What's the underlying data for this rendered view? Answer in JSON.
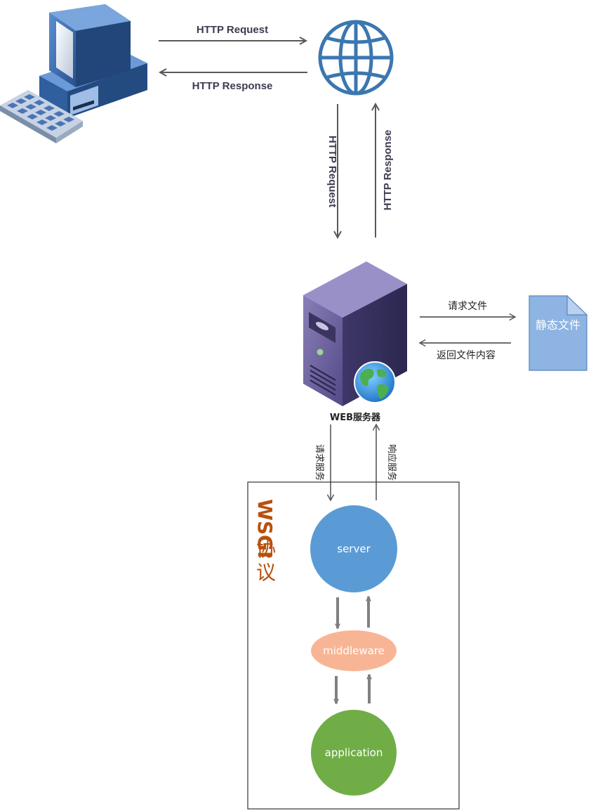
{
  "top_flow": {
    "request_label": "HTTP Request",
    "response_label": "HTTP Response"
  },
  "vertical_flow": {
    "request_label": "HTTP Request",
    "response_label": "HTTP Response"
  },
  "web_server": {
    "label": "WEB服务器"
  },
  "static_file": {
    "label": "静态文件",
    "request_label": "请求文件",
    "response_label": "返回文件内容"
  },
  "server_link": {
    "request_label": "请求服务",
    "response_label": "响应服务"
  },
  "wsgi": {
    "latin": "WSGI",
    "chars": [
      "协",
      "议"
    ]
  },
  "nodes": {
    "server": "server",
    "middleware": "middleware",
    "application": "application"
  },
  "colors": {
    "server": "#5b9bd5",
    "middleware": "#f8b595",
    "application": "#70ad47",
    "static_file": "#8db4e2",
    "globe": "#3b77b0",
    "wsgi_text": "#b8510e",
    "arrow": "#595959"
  }
}
